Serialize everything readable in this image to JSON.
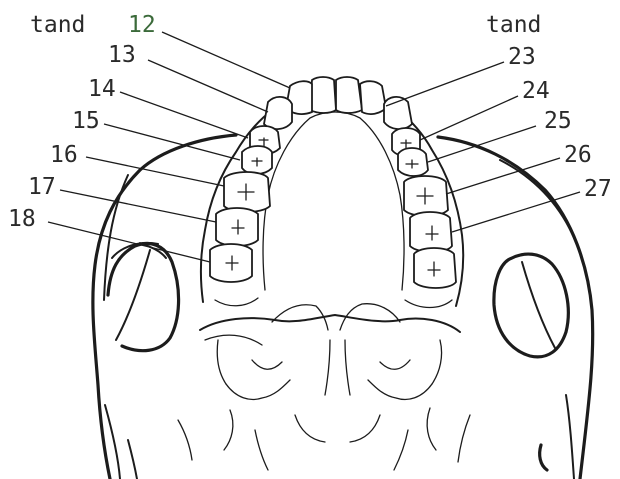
{
  "labels": {
    "left_header": "tand",
    "right_header": "tand",
    "teeth": {
      "t12": "12",
      "t13": "13",
      "t14": "14",
      "t15": "15",
      "t16": "16",
      "t17": "17",
      "t18": "18",
      "t23": "23",
      "t24": "24",
      "t25": "25",
      "t26": "26",
      "t27": "27"
    }
  },
  "colors": {
    "ink": "#1c1c1c",
    "label_text": "#2a2a2a",
    "label_12": "#3b6a3a",
    "background": "#ffffff"
  }
}
